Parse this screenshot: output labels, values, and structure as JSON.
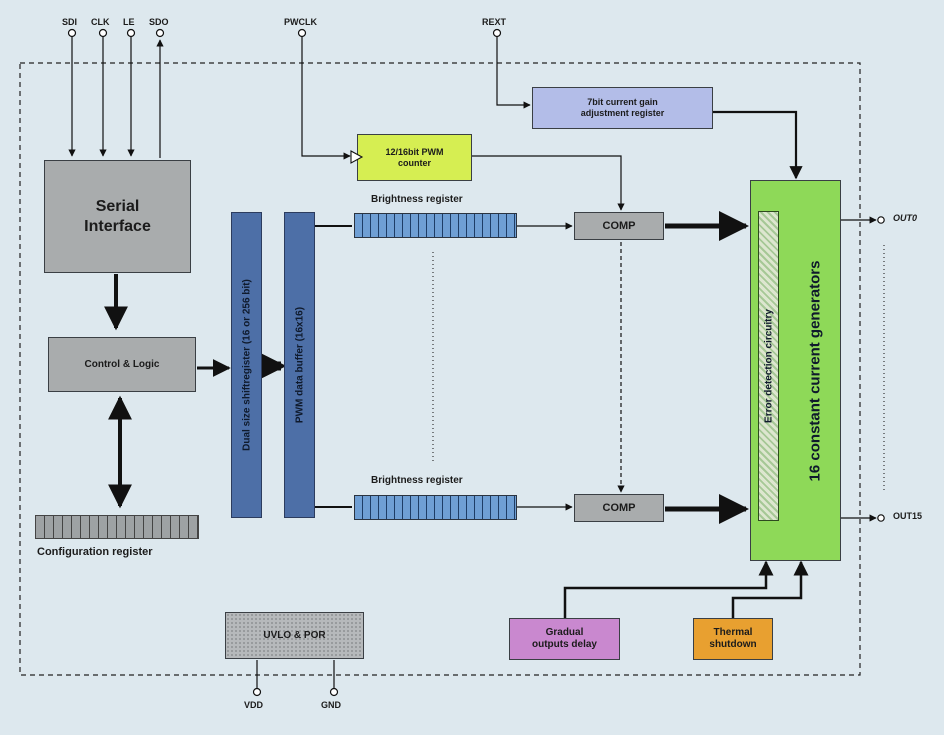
{
  "pins": {
    "sdi": "SDI",
    "clk": "CLK",
    "le": "LE",
    "sdo": "SDO",
    "pwclk": "PWCLK",
    "rext": "REXT",
    "out0": "OUT0",
    "out15": "OUT15",
    "vdd": "VDD",
    "gnd": "GND"
  },
  "blocks": {
    "serial_interface": "Serial Interface",
    "control_logic": "Control & Logic",
    "configuration_register": "Configuration register",
    "shift_register": "Dual size shiftregister (16 or 256 bit)",
    "pwm_buffer": "PWM data buffer (16x16)",
    "brightness_register_top": "Brightness register",
    "brightness_register_bottom": "Brightness register",
    "pwm_counter": "12/16bit PWM counter",
    "gain_register": "7bit current gain adjustment register",
    "comp_top": "COMP",
    "comp_bottom": "COMP",
    "constant_current": "16 constant current generators",
    "error_detection": "Error detection circuitry",
    "gradual_delay": "Gradual outputs delay",
    "thermal_shutdown": "Thermal shutdown",
    "uvlo_por": "UVLO & POR"
  },
  "colors": {
    "background": "#dde8ee",
    "gray_block": "#a9acad",
    "blue_bar": "#4d6fa7",
    "brightness_register": "#6f9fd4",
    "pwm_counter": "#d6ee52",
    "gain_register": "#b3bde8",
    "constant_current": "#8ed958",
    "gradual_delay": "#c988cf",
    "thermal_shutdown": "#e8a030"
  }
}
